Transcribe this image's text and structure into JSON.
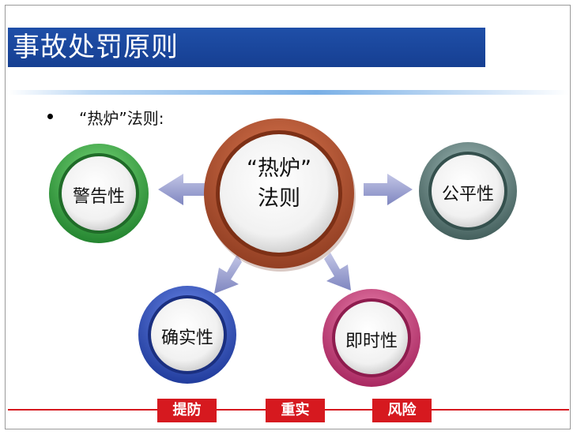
{
  "slide": {
    "title": "事故处罚原则",
    "bullet": "“热炉”法则:"
  },
  "center": {
    "line1": "“热炉”",
    "line2": "法则"
  },
  "nodes": [
    {
      "key": "warning",
      "label": "警告性",
      "color": "#2fa13a"
    },
    {
      "key": "fairness",
      "label": "公平性",
      "color": "#4f6f6c"
    },
    {
      "key": "certainty",
      "label": "确实性",
      "color": "#2f4fb6"
    },
    {
      "key": "immediacy",
      "label": "即时性",
      "color": "#c9306e"
    }
  ],
  "footer": {
    "tags": [
      "提防",
      "重实",
      "风险"
    ],
    "color": "#d6191f"
  },
  "colors": {
    "title_bg": "#1f4fa8",
    "center_ring": "#b3502e",
    "arrow": "#8f95c9"
  }
}
